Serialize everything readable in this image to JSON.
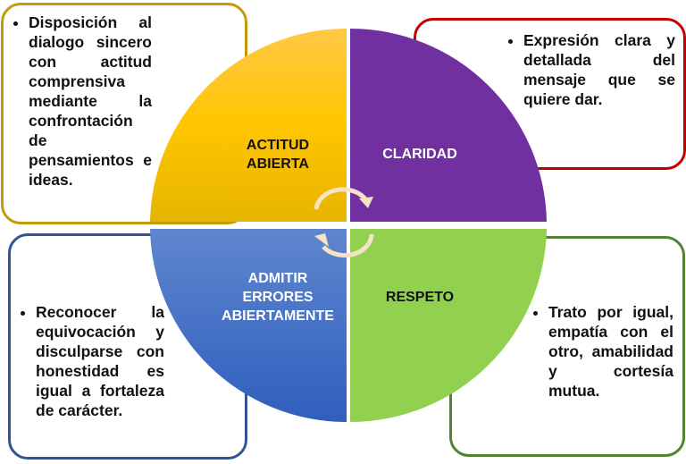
{
  "quadrants": {
    "actitud": {
      "line1": "ACTITUD",
      "line2": "ABIERTA",
      "color": "#f5c000"
    },
    "claridad": {
      "label": "CLARIDAD",
      "color": "#7030a0"
    },
    "admitir": {
      "line1": "ADMITIR",
      "line2": "ERRORES",
      "line3": "ABIERTAMENTE",
      "color": "#4472c4"
    },
    "respeto": {
      "label": "RESPETO",
      "color": "#92d050"
    }
  },
  "descriptions": {
    "actitud": "Disposición al dialogo sincero con actitud comprensiva mediante la confrontación de pensamientos e ideas.",
    "claridad": "Expresión clara y detallada del mensaje que se quiere dar.",
    "admitir": "Reconocer la equivocación y disculparse con honestidad es igual a fortaleza de carácter.",
    "respeto": "Trato por igual, empatía con el otro, amabilidad y cortesía mutua."
  }
}
